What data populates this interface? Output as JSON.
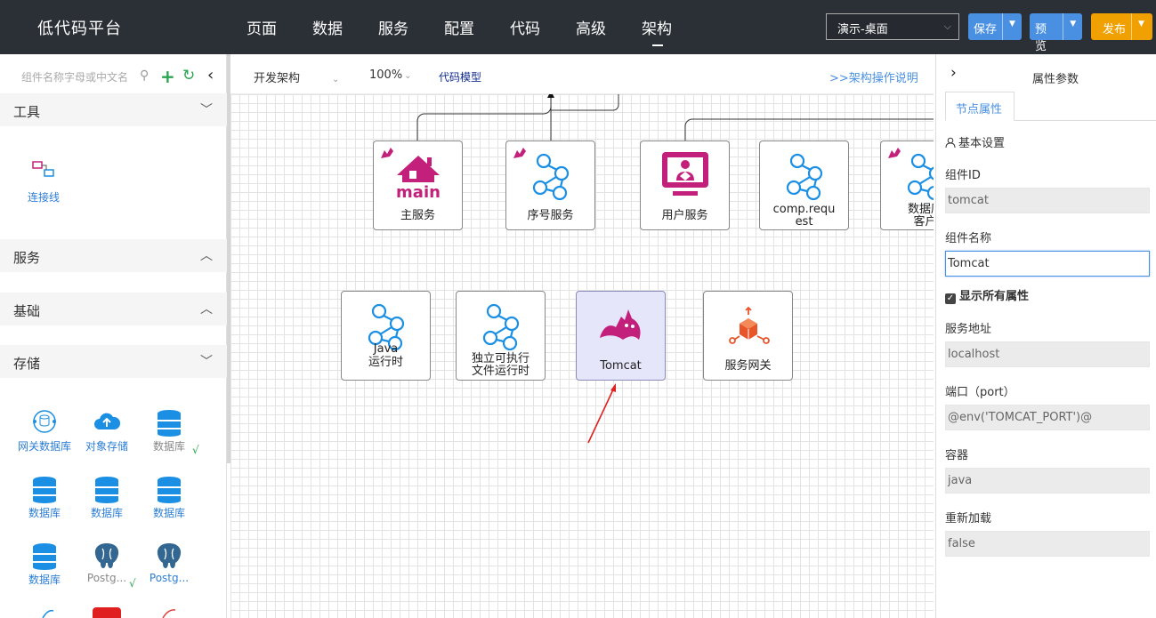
{
  "app": {
    "title": "低代码平台"
  },
  "menu": [
    {
      "label": "页面"
    },
    {
      "label": "数据"
    },
    {
      "label": "服务"
    },
    {
      "label": "配置"
    },
    {
      "label": "代码"
    },
    {
      "label": "高级"
    },
    {
      "label": "架构",
      "active": true
    }
  ],
  "toolbar": {
    "project": "演示-桌面",
    "save_label": "保存",
    "preview_label": "预览",
    "publish_label": "发布"
  },
  "left": {
    "search_placeholder": "组件名称字母或中文名",
    "sections": {
      "tools": "工具",
      "service": "服务",
      "basic": "基础",
      "storage": "存储"
    },
    "tools_items": [
      {
        "label": "连接线",
        "icon": "connector-icon"
      }
    ],
    "storage_items": [
      {
        "label": "网关数据库",
        "icon": "gateway-db-icon"
      },
      {
        "label": "对象存储",
        "icon": "cloud-upload-icon"
      },
      {
        "label": "数据库",
        "icon": "database-icon",
        "gray": true,
        "check": true
      },
      {
        "label": "数据库",
        "icon": "database-icon"
      },
      {
        "label": "数据库",
        "icon": "database-icon"
      },
      {
        "label": "数据库",
        "icon": "database-icon"
      },
      {
        "label": "数据库",
        "icon": "database-icon"
      },
      {
        "label": "Postg...",
        "icon": "postgresql-icon",
        "gray": true,
        "check": true
      },
      {
        "label": "Postg...",
        "icon": "postgresql-icon"
      }
    ]
  },
  "canvas_toolbar": {
    "mode": "开发架构",
    "zoom": "100%",
    "code_model": "代码模型",
    "help_link": ">>架构操作说明"
  },
  "nodes": {
    "main": {
      "label": "主服务"
    },
    "seq": {
      "label": "序号服务"
    },
    "user": {
      "label": "用户服务"
    },
    "comp": {
      "label1": "comp.requ",
      "label2": "est"
    },
    "dbclient": {
      "label1": "数据库",
      "label2": "客户"
    },
    "java": {
      "label1": "Java",
      "label2": "运行时"
    },
    "exe": {
      "label1": "独立可执行",
      "label2": "文件运行时"
    },
    "tomcat": {
      "label": "Tomcat"
    },
    "gateway": {
      "label": "服务网关"
    }
  },
  "right": {
    "title": "属性参数",
    "tab": "节点属性",
    "section": "基本设置",
    "fields": {
      "id_label": "组件ID",
      "id_value": "tomcat",
      "name_label": "组件名称",
      "name_value": "Tomcat",
      "show_all": "显示所有属性",
      "addr_label": "服务地址",
      "addr_value": "localhost",
      "port_label": "端口（port）",
      "port_value": "@env('TOMCAT_PORT')@",
      "container_label": "容器",
      "container_value": "java",
      "reload_label": "重新加载",
      "reload_value": "false"
    }
  },
  "colors": {
    "topbar": "#2b2f36",
    "accent": "#4a90e2",
    "publish": "#f0a000",
    "magenta": "#c2207a",
    "graphblue": "#1a8fe3"
  }
}
